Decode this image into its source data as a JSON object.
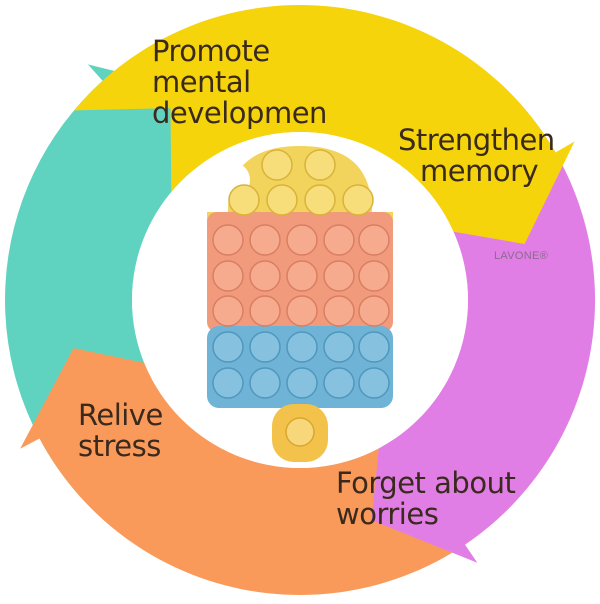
{
  "diagram": {
    "segments": [
      {
        "id": "promote",
        "lines": [
          "Promote",
          "mental",
          "developmen"
        ],
        "color": "#f6d40c"
      },
      {
        "id": "strengthen",
        "lines": [
          "Strengthen",
          "memory"
        ],
        "color": "#e17ee6"
      },
      {
        "id": "forget",
        "lines": [
          "Forget about",
          "worries"
        ],
        "color": "#fa9a5a"
      },
      {
        "id": "relive",
        "lines": [
          "Relive",
          "stress"
        ],
        "color": "#5fd3c0"
      }
    ],
    "brand": "LAVONE®",
    "center_illustration": "popsicle-pop-it-toy",
    "toy_colors": {
      "yellow": "#f2d45c",
      "salmon": "#f29a7c",
      "blue": "#6fb3d6",
      "stick": "#f2c24a"
    }
  }
}
